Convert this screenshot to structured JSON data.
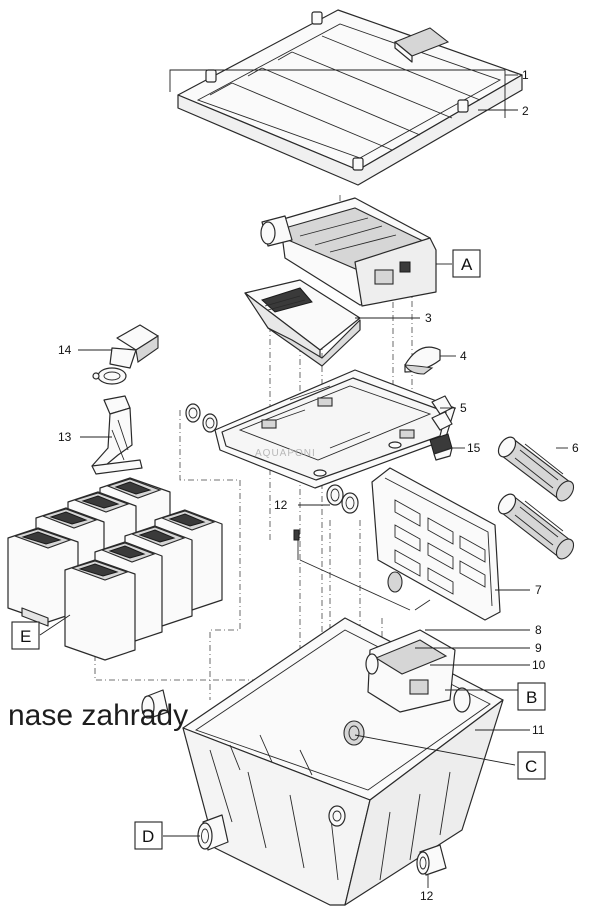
{
  "callouts": {
    "c1": "1",
    "c2": "2",
    "c3": "3",
    "c4": "4",
    "c5": "5",
    "c6": "6",
    "c7": "7",
    "c8": "8",
    "c9": "9",
    "c10": "10",
    "c11": "11",
    "c12a": "12",
    "c12b": "12",
    "c13": "13",
    "c14": "14",
    "c15": "15"
  },
  "boxed_labels": {
    "A": "A",
    "B": "B",
    "C": "C",
    "D": "D",
    "E": "E"
  },
  "watermark_logo": "nase zahrady",
  "watermark_faint": "AQUAPONI"
}
